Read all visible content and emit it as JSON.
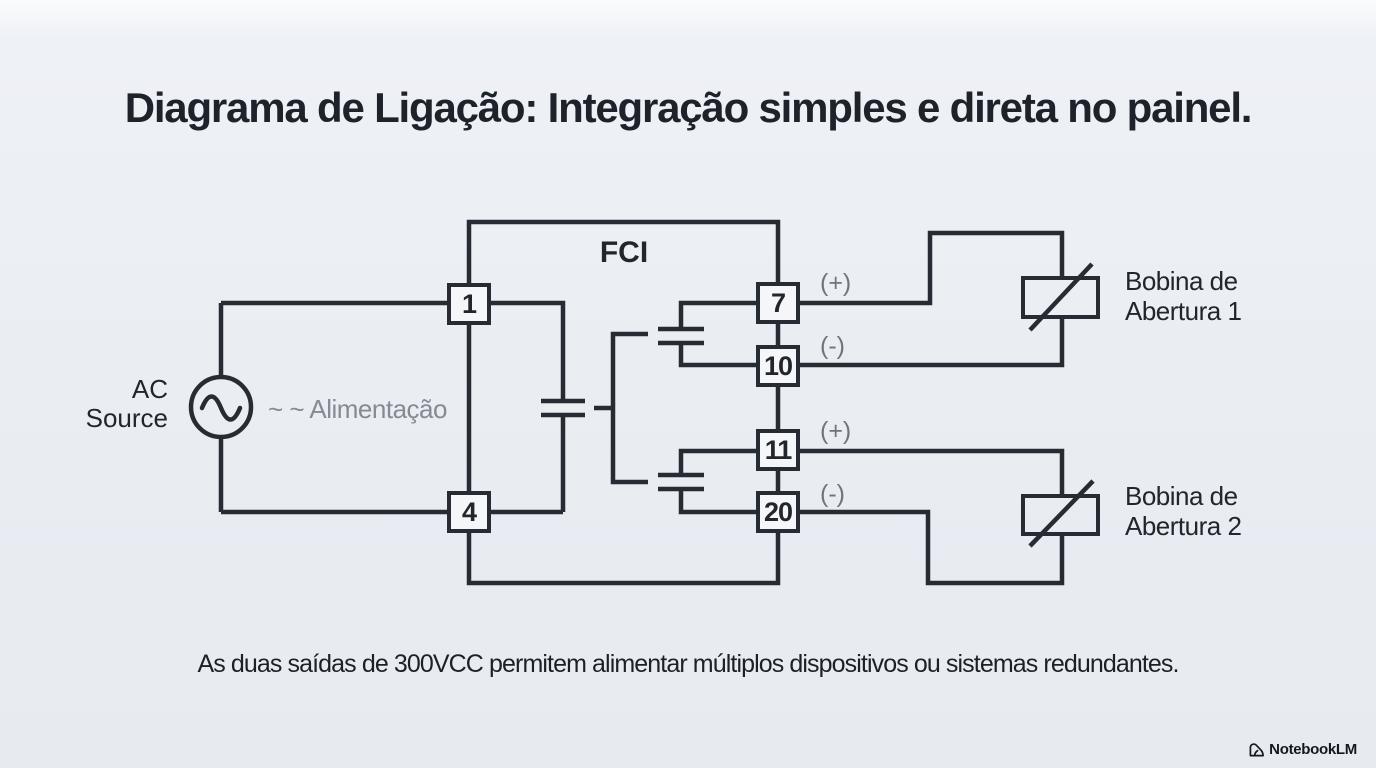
{
  "title": "Diagrama de Ligação: Integração simples e direta no painel.",
  "caption": "As duas saídas de 300VCC permitem alimentar múltiplos dispositivos ou sistemas redundantes.",
  "watermark": {
    "brand": "NotebookLM"
  },
  "colors": {
    "background": "#e9edf2",
    "line": "#272c34",
    "dark_text": "#1e222a",
    "muted_text": "#858b94",
    "terminal_fill": "#f4f6f9"
  },
  "diagram": {
    "device_label": "FCI",
    "source": {
      "label_line1": "AC",
      "label_line2": "Source",
      "annotation": "~ ~ Alimentação"
    },
    "terminals": [
      {
        "id": "1"
      },
      {
        "id": "4"
      },
      {
        "id": "7"
      },
      {
        "id": "10"
      },
      {
        "id": "11"
      },
      {
        "id": "20"
      }
    ],
    "outputs": [
      {
        "positive": "(+)",
        "negative": "(-)",
        "load_line1": "Bobina de",
        "load_line2": "Abertura 1"
      },
      {
        "positive": "(+)",
        "negative": "(-)",
        "load_line1": "Bobina de",
        "load_line2": "Abertura 2"
      }
    ]
  }
}
